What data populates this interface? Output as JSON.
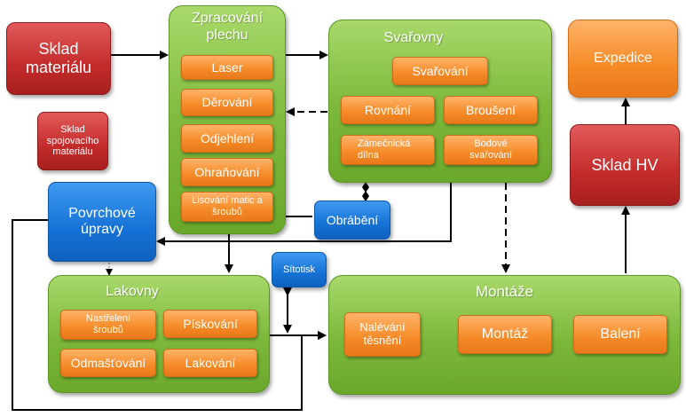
{
  "materials": {
    "main": "Sklad materiálu",
    "fasteners": "Sklad spojovacího materiálu"
  },
  "sheet_processing": {
    "title": "Zpracování plechu",
    "items": [
      "Laser",
      "Děrování",
      "Odjehlení",
      "Ohraňování",
      "Lisování matic a šroubů"
    ]
  },
  "welding": {
    "title": "Svařovny",
    "items": [
      "Svařování",
      "Rovnání",
      "Broušení",
      "Zámečnická dílna",
      "Bodové svařování"
    ]
  },
  "machining": "Obrábění",
  "surface": "Povrchové úpravy",
  "screen_print": "Sítotisk",
  "painting": {
    "title": "Lakovny",
    "items": [
      "Nastřelení šroubů",
      "Pískování",
      "Odmašťování",
      "Lakování"
    ]
  },
  "assembly": {
    "title": "Montáže",
    "items": [
      "Nalévání těsnění",
      "Montáž",
      "Balení"
    ]
  },
  "finished_goods": "Sklad HV",
  "dispatch": "Expedice",
  "colors": {
    "group_green": "#7cb83a",
    "process_orange": "#f58a26",
    "storage_red": "#c32b2b",
    "support_blue": "#1572d6",
    "arrow": "#000000"
  }
}
